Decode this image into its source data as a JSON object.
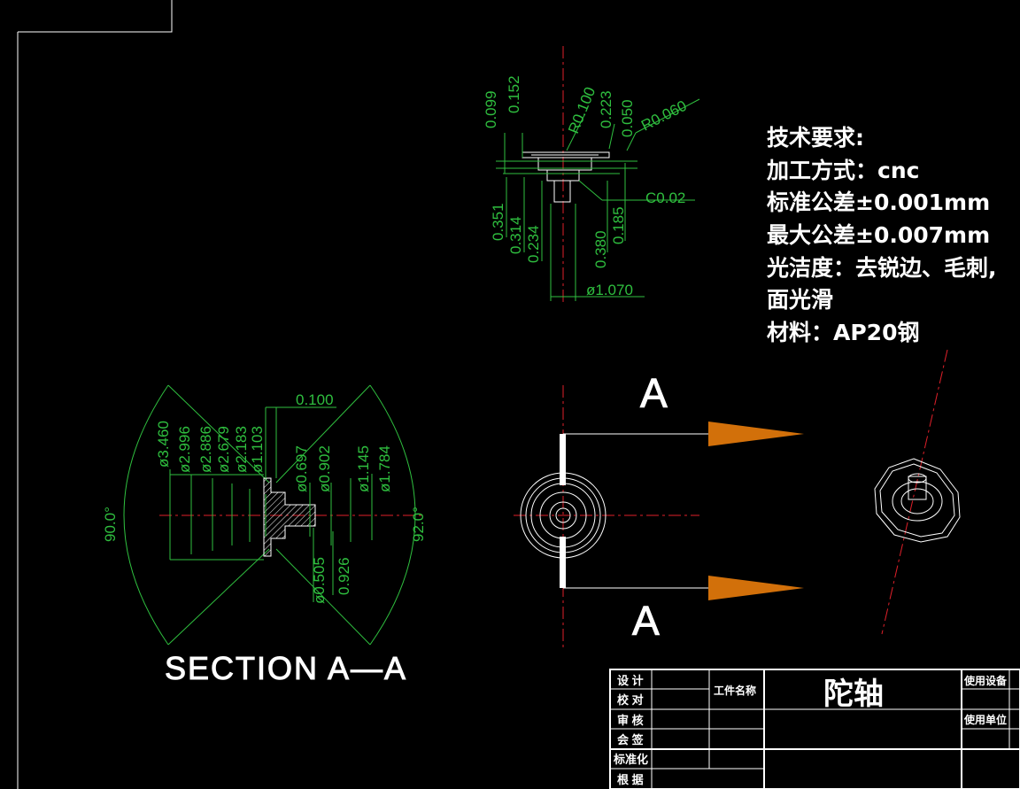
{
  "notes": {
    "heading": "技术要求:",
    "lines": [
      "加工方式：cnc",
      "标准公差±0.001mm",
      "最大公差±0.007mm",
      "光洁度：去锐边、毛刺,",
      "面光滑",
      "材料：AP20钢"
    ]
  },
  "top_view_dims": {
    "d1": "0.099",
    "d2": "0.152",
    "r1": "R0.100",
    "d3": "0.223",
    "d4": "0.050",
    "r2": "R0.060",
    "chamfer": "C0.02",
    "d5": "0.351",
    "d6": "0.314",
    "d7": "0.234",
    "d8": "0.380",
    "d9": "0.185",
    "dia": "ø1.070"
  },
  "section_dims": {
    "l1": "ø3.460",
    "l2": "ø2.996",
    "l3": "ø2.886",
    "l4": "ø2.679",
    "l5": "ø2.183",
    "l6": "ø1.103",
    "top": "0.100",
    "m1": "ø0.697",
    "m2": "ø0.902",
    "r1": "ø1.145",
    "r2": "ø1.784",
    "b1": "ø0.505",
    "b2": "0.926",
    "angle_left": "90.0°",
    "angle_right": "92.0°"
  },
  "section_title": "SECTION  A—A",
  "cut_label_top": "A",
  "cut_label_bottom": "A",
  "title_block": {
    "rows": [
      "设 计",
      "校 对",
      "审 核",
      "会 签",
      "标准化",
      "根 据"
    ],
    "part_name_label": "工件名称",
    "part_name": "陀轴",
    "equip_label": "使用设备",
    "unit_label": "使用单位"
  },
  "colors": {
    "dimension": "#2fbf3f",
    "centerline": "#e0202a",
    "arrow": "#d2700a",
    "outline": "#ffffff"
  }
}
